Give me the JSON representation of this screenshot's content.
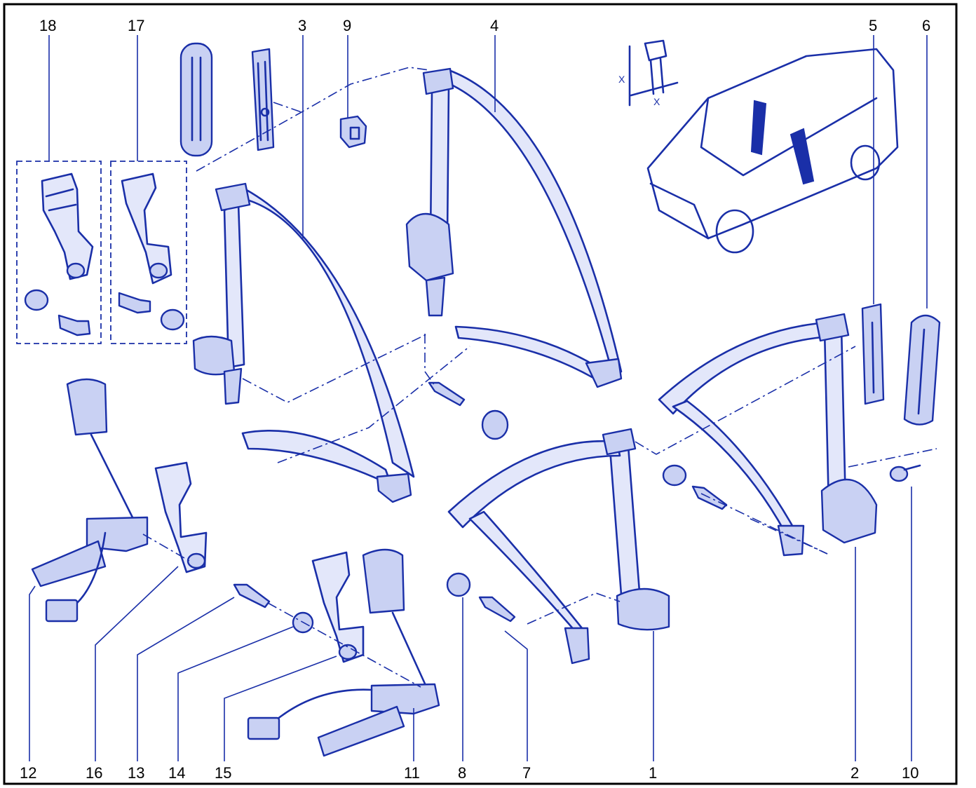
{
  "callouts": {
    "n1": "1",
    "n2": "2",
    "n3": "3",
    "n4": "4",
    "n5": "5",
    "n6": "6",
    "n7": "7",
    "n8": "8",
    "n9": "9",
    "n10": "10",
    "n11": "11",
    "n12": "12",
    "n13": "13",
    "n14": "14",
    "n15": "15",
    "n16": "16",
    "n17": "17",
    "n18": "18"
  },
  "dimension_label": "X",
  "colors": {
    "ink": "#1a2fa8",
    "frame": "#000000",
    "background": "#ffffff"
  }
}
